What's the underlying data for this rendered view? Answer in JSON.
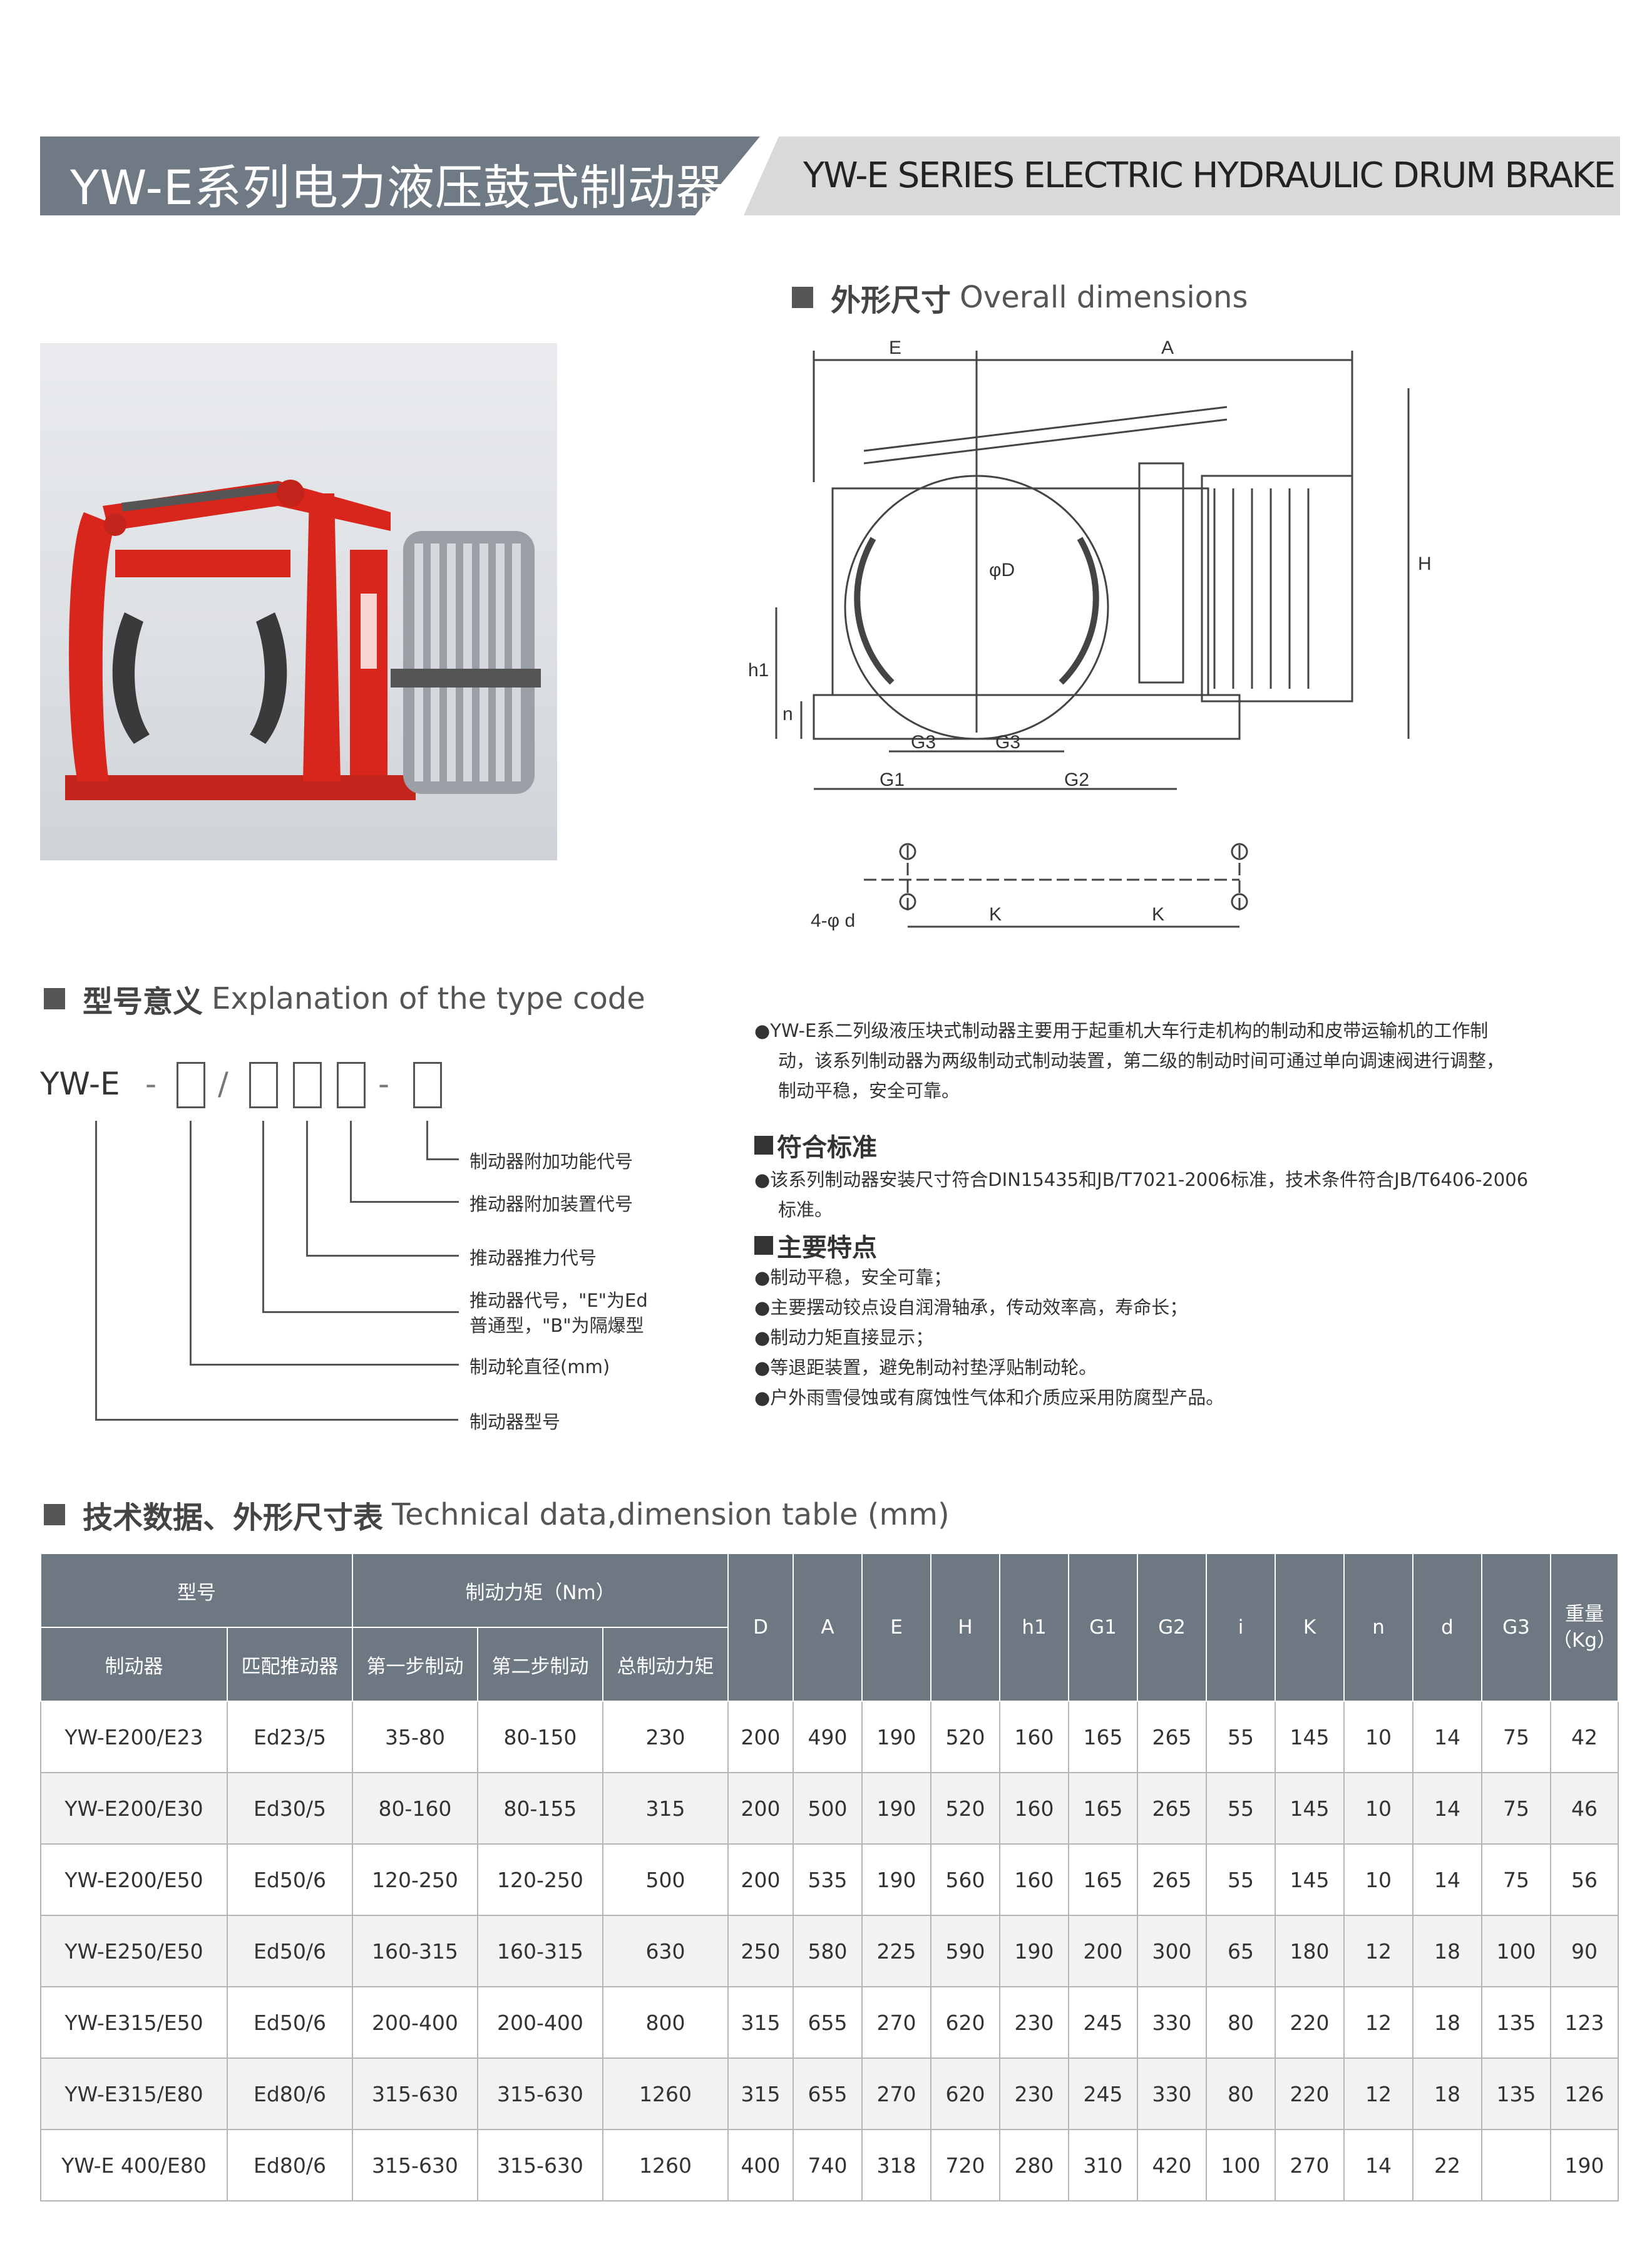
{
  "header": {
    "title_cn": "YW-E系列电力液压鼓式制动器",
    "title_en": "YW-E SERIES ELECTRIC HYDRAULIC DRUM BRAKE"
  },
  "dimensions_section": {
    "cn": "外形尺寸",
    "en": "Overall dimensions",
    "labels": {
      "E": "E",
      "A": "A",
      "H": "H",
      "h1": "h1",
      "n": "n",
      "phiD": "φD",
      "G3a": "G3",
      "G3b": "G3",
      "G1": "G1",
      "G2": "G2",
      "K1": "K",
      "K2": "K",
      "holes": "4-φ d"
    }
  },
  "type_code_section": {
    "cn": "型号意义",
    "en": "Explanation of the type code",
    "base": "YW-E",
    "dash1": "-",
    "slash": "/",
    "dash2": "-",
    "labels": [
      "制动器附加功能代号",
      "推动器附加装置代号",
      "推动器推力代号",
      "推动器代号，\"E\"为Ed",
      "普通型，\"B\"为隔爆型",
      "制动轮直径(mm)",
      "制动器型号"
    ]
  },
  "description": {
    "intro": [
      "●YW-E系二列级液压块式制动器主要用于起重机大车行走机构的制动和皮带运输机的工作制",
      "动，该系列制动器为两级制动式制动装置，第二级的制动时间可通过单向调速阀进行调整，",
      "制动平稳，安全可靠。"
    ],
    "standard_head": "符合标准",
    "standard": [
      "●该系列制动器安装尺寸符合DIN15435和JB/T7021-2006标准，技术条件符合JB/T6406-2006",
      "标准。"
    ],
    "features_head": "主要特点",
    "features": [
      "●制动平稳，安全可靠；",
      "●主要摆动铰点设自润滑轴承，传动效率高，寿命长；",
      "●制动力矩直接显示；",
      "●等退距装置，避免制动衬垫浮贴制动轮。",
      "●户外雨雪侵蚀或有腐蚀性气体和介质应采用防腐型产品。"
    ]
  },
  "table_section": {
    "cn": "技术数据、外形尺寸表",
    "en": "Technical data,dimension table (mm)"
  },
  "table": {
    "group_model": "型号",
    "group_torque": "制动力矩（Nm）",
    "sub": [
      "制动器",
      "匹配推动器",
      "第一步制动",
      "第二步制动",
      "总制动力矩"
    ],
    "dims": [
      "D",
      "A",
      "E",
      "H",
      "h1",
      "G1",
      "G2",
      "i",
      "K",
      "n",
      "d",
      "G3"
    ],
    "weight": "重量\n（Kg）",
    "rows": [
      [
        "YW-E200/E23",
        "Ed23/5",
        "35-80",
        "80-150",
        "230",
        "200",
        "490",
        "190",
        "520",
        "160",
        "165",
        "265",
        "55",
        "145",
        "10",
        "14",
        "75",
        "42"
      ],
      [
        "YW-E200/E30",
        "Ed30/5",
        "80-160",
        "80-155",
        "315",
        "200",
        "500",
        "190",
        "520",
        "160",
        "165",
        "265",
        "55",
        "145",
        "10",
        "14",
        "75",
        "46"
      ],
      [
        "YW-E200/E50",
        "Ed50/6",
        "120-250",
        "120-250",
        "500",
        "200",
        "535",
        "190",
        "560",
        "160",
        "165",
        "265",
        "55",
        "145",
        "10",
        "14",
        "75",
        "56"
      ],
      [
        "YW-E250/E50",
        "Ed50/6",
        "160-315",
        "160-315",
        "630",
        "250",
        "580",
        "225",
        "590",
        "190",
        "200",
        "300",
        "65",
        "180",
        "12",
        "18",
        "100",
        "90"
      ],
      [
        "YW-E315/E50",
        "Ed50/6",
        "200-400",
        "200-400",
        "800",
        "315",
        "655",
        "270",
        "620",
        "230",
        "245",
        "330",
        "80",
        "220",
        "12",
        "18",
        "135",
        "123"
      ],
      [
        "YW-E315/E80",
        "Ed80/6",
        "315-630",
        "315-630",
        "1260",
        "315",
        "655",
        "270",
        "620",
        "230",
        "245",
        "330",
        "80",
        "220",
        "12",
        "18",
        "135",
        "126"
      ],
      [
        "YW-E 400/E80",
        "Ed80/6",
        "315-630",
        "315-630",
        "1260",
        "400",
        "740",
        "318",
        "720",
        "280",
        "310",
        "420",
        "100",
        "270",
        "14",
        "22",
        "",
        "190"
      ]
    ]
  },
  "colors": {
    "header_dark": "#707a85",
    "header_light": "#d9d9d9",
    "table_header": "#6e7883",
    "brake_red": "#d8261c"
  }
}
